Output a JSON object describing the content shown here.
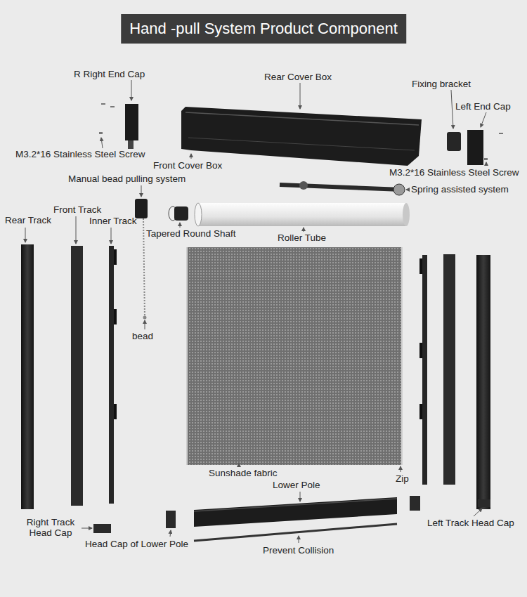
{
  "diagram": {
    "title": "Hand -pull System Product Component",
    "labels": [
      "R Right End Cap",
      "Rear Cover Box",
      "Fixing bracket",
      "Left End Cap",
      "M3.2*16 Stainless Steel Screw",
      "Front Cover Box",
      "M3.2*16 Stainless Steel Screw",
      "Manual bead pulling system",
      "Spring assisted system",
      "Rear Track",
      "Front Track",
      "Inner Track",
      "Tapered Round Shaft",
      "Roller Tube",
      "bead",
      "Sunshade fabric",
      "Lower Pole",
      "Zip",
      "Right Track Head Cap",
      "Left Track Head Cap",
      "Head Cap of Lower Pole",
      "Prevent Collision"
    ]
  }
}
